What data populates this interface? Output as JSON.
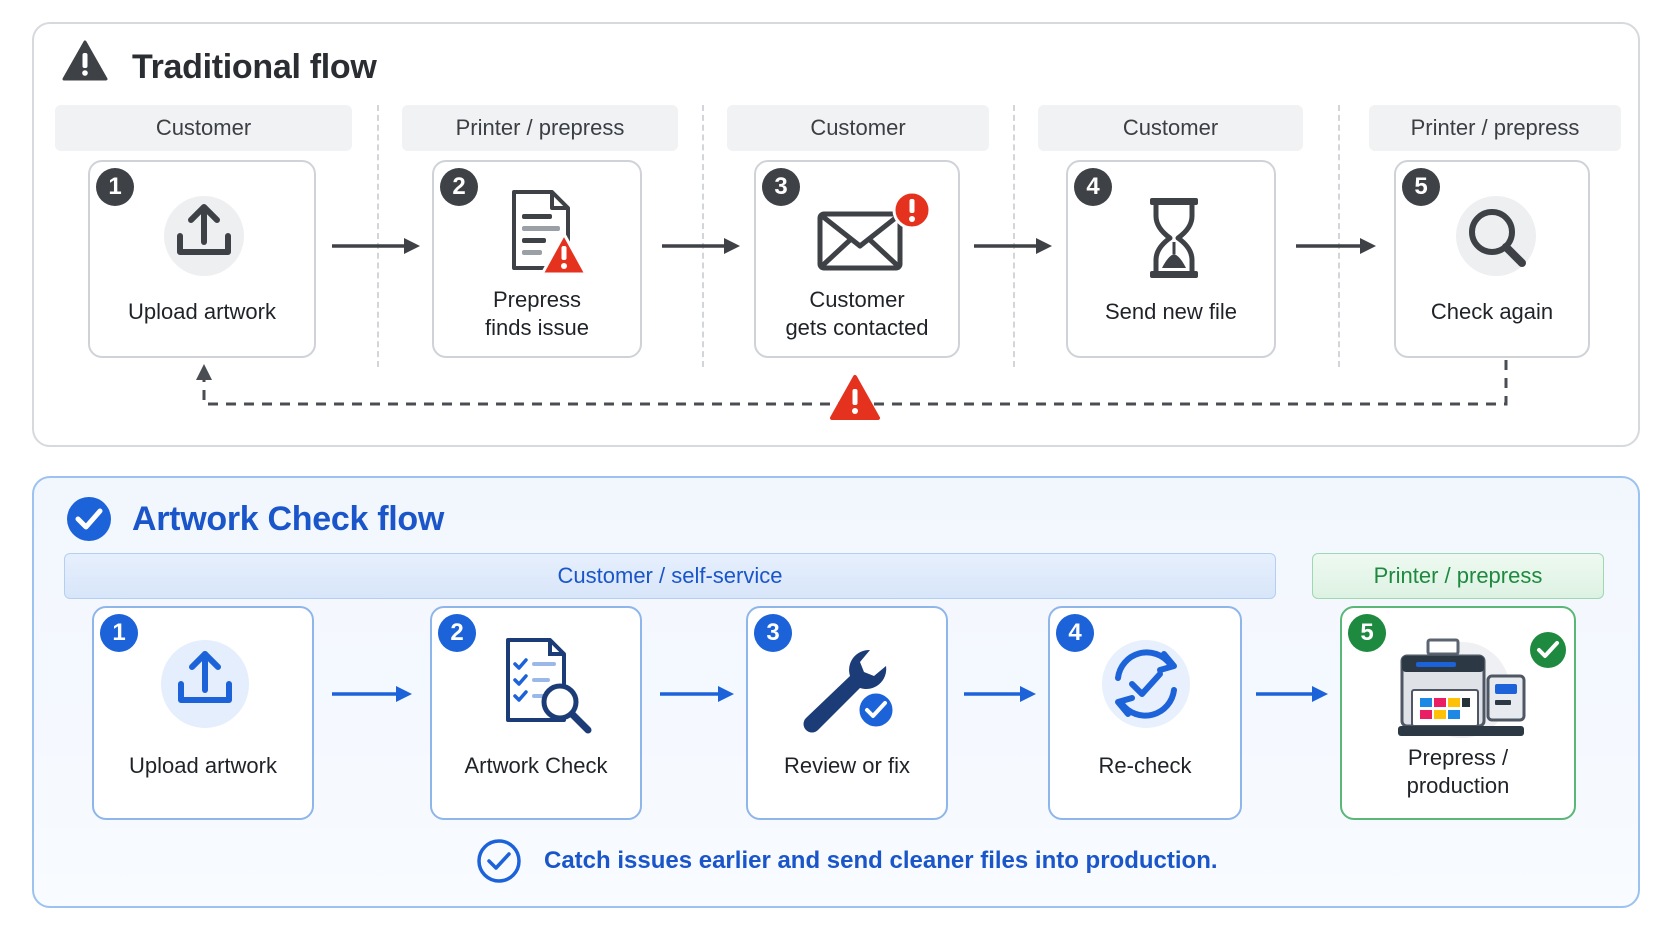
{
  "traditional": {
    "title": "Traditional flow",
    "lanes": [
      "Customer",
      "Printer / prepress",
      "Customer",
      "Customer",
      "Printer / prepress"
    ],
    "steps": [
      {
        "num": "1",
        "label_1": "Upload artwork",
        "label_2": "",
        "icon": "upload-icon"
      },
      {
        "num": "2",
        "label_1": "Prepress",
        "label_2": "finds issue",
        "icon": "document-warning-icon"
      },
      {
        "num": "3",
        "label_1": "Customer",
        "label_2": "gets contacted",
        "icon": "envelope-alert-icon"
      },
      {
        "num": "4",
        "label_1": "Send new file",
        "label_2": "",
        "icon": "hourglass-icon"
      },
      {
        "num": "5",
        "label_1": "Check again",
        "label_2": "",
        "icon": "magnifier-icon"
      }
    ]
  },
  "artwork_check": {
    "title": "Artwork Check flow",
    "lanes": [
      "Customer / self-service",
      "Printer / prepress"
    ],
    "steps": [
      {
        "num": "1",
        "label_1": "Upload artwork",
        "label_2": "",
        "icon": "upload-icon"
      },
      {
        "num": "2",
        "label_1": "Artwork Check",
        "label_2": "",
        "icon": "checklist-search-icon"
      },
      {
        "num": "3",
        "label_1": "Review or fix",
        "label_2": "",
        "icon": "wrench-check-icon"
      },
      {
        "num": "4",
        "label_1": "Re-check",
        "label_2": "",
        "icon": "refresh-check-icon"
      },
      {
        "num": "5",
        "label_1": "Prepress /",
        "label_2": "production",
        "icon": "printer-icon"
      }
    ],
    "footer": "Catch issues earlier and send cleaner files into production."
  },
  "colors": {
    "accent_blue": "#1a56c9",
    "success_green": "#1e8a40",
    "warning_red": "#e5321f",
    "neutral_dark": "#3e4146"
  }
}
